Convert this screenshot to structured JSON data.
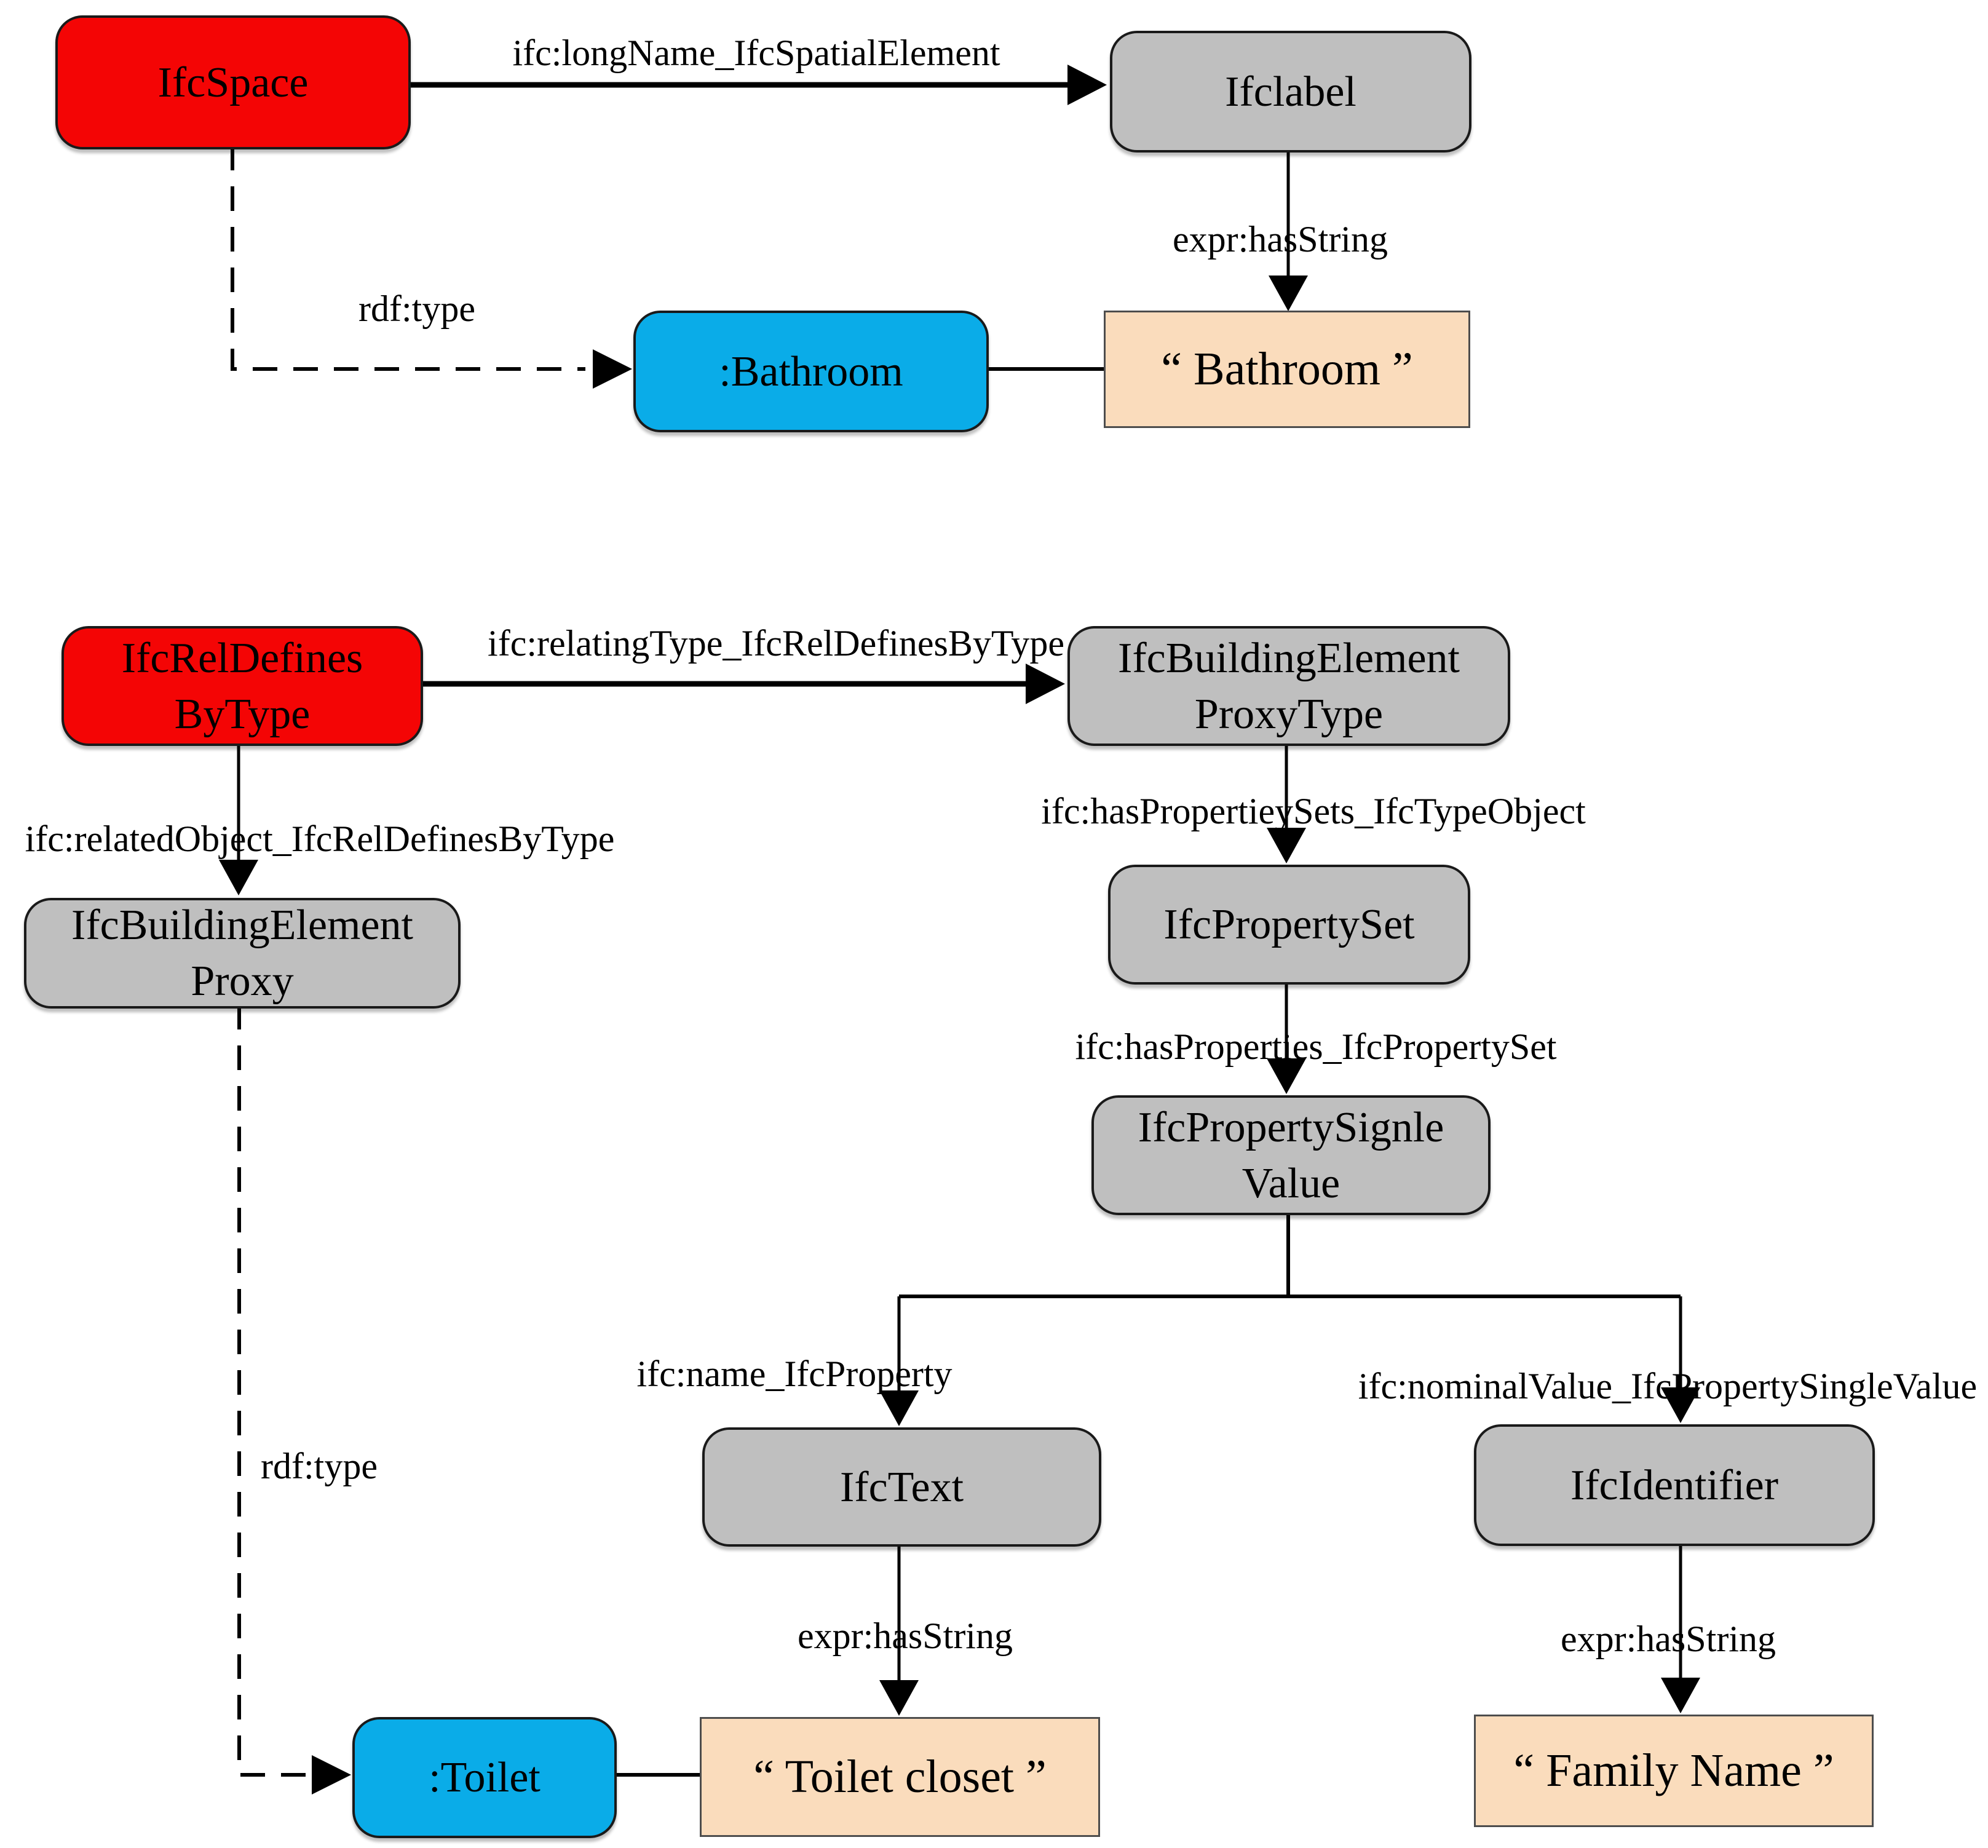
{
  "colors": {
    "red": "#f40505",
    "blue": "#0aace8",
    "gray": "#bfbfbf",
    "peach": "#fadcbc",
    "line": "#000000"
  },
  "nodes": {
    "ifcspace": {
      "label": "IfcSpace"
    },
    "ifclabel": {
      "label": "Ifclabel"
    },
    "bathroom_instance": {
      "label": ":Bathroom"
    },
    "bathroom_literal": {
      "label": "“ Bathroom ”"
    },
    "ifcreldefinesbytype": {
      "line1": "IfcRelDefines",
      "line2": "ByType"
    },
    "ifcbuildingelementproxytype": {
      "line1": "IfcBuildingElement",
      "line2": "ProxyType"
    },
    "ifcbuildingelementproxy": {
      "line1": "IfcBuildingElement",
      "line2": "Proxy"
    },
    "ifcpropertyset": {
      "label": "IfcPropertySet"
    },
    "ifcpropertysinglevalue": {
      "line1": "IfcPropertySignle",
      "line2": "Value"
    },
    "ifctext": {
      "label": "IfcText"
    },
    "ifcidentifier": {
      "label": "IfcIdentifier"
    },
    "toilet_instance": {
      "label": ":Toilet"
    },
    "toilet_literal": {
      "label": "“ Toilet closet ”"
    },
    "familyname_literal": {
      "label": "“ Family Name ”"
    }
  },
  "edges": {
    "longname": "ifc:longName_IfcSpatialElement",
    "rdftype_top": "rdf:type",
    "hasstring_top": "expr:hasString",
    "relatingtype": "ifc:relatingType_IfcRelDefinesByType",
    "relatedobject": "ifc:relatedObject_IfcRelDefinesByType",
    "haspropertysets": "ifc:hasPropertieySets_IfcTypeObject",
    "hasproperties": "ifc:hasProperties_IfcPropertySet",
    "name_ifcproperty": "ifc:name_IfcProperty",
    "nominalvalue": "ifc:nominalValue_IfcPropertySingleValue",
    "hasstring_left": "expr:hasString",
    "hasstring_right": "expr:hasString",
    "rdftype_bottom": "rdf:type"
  }
}
